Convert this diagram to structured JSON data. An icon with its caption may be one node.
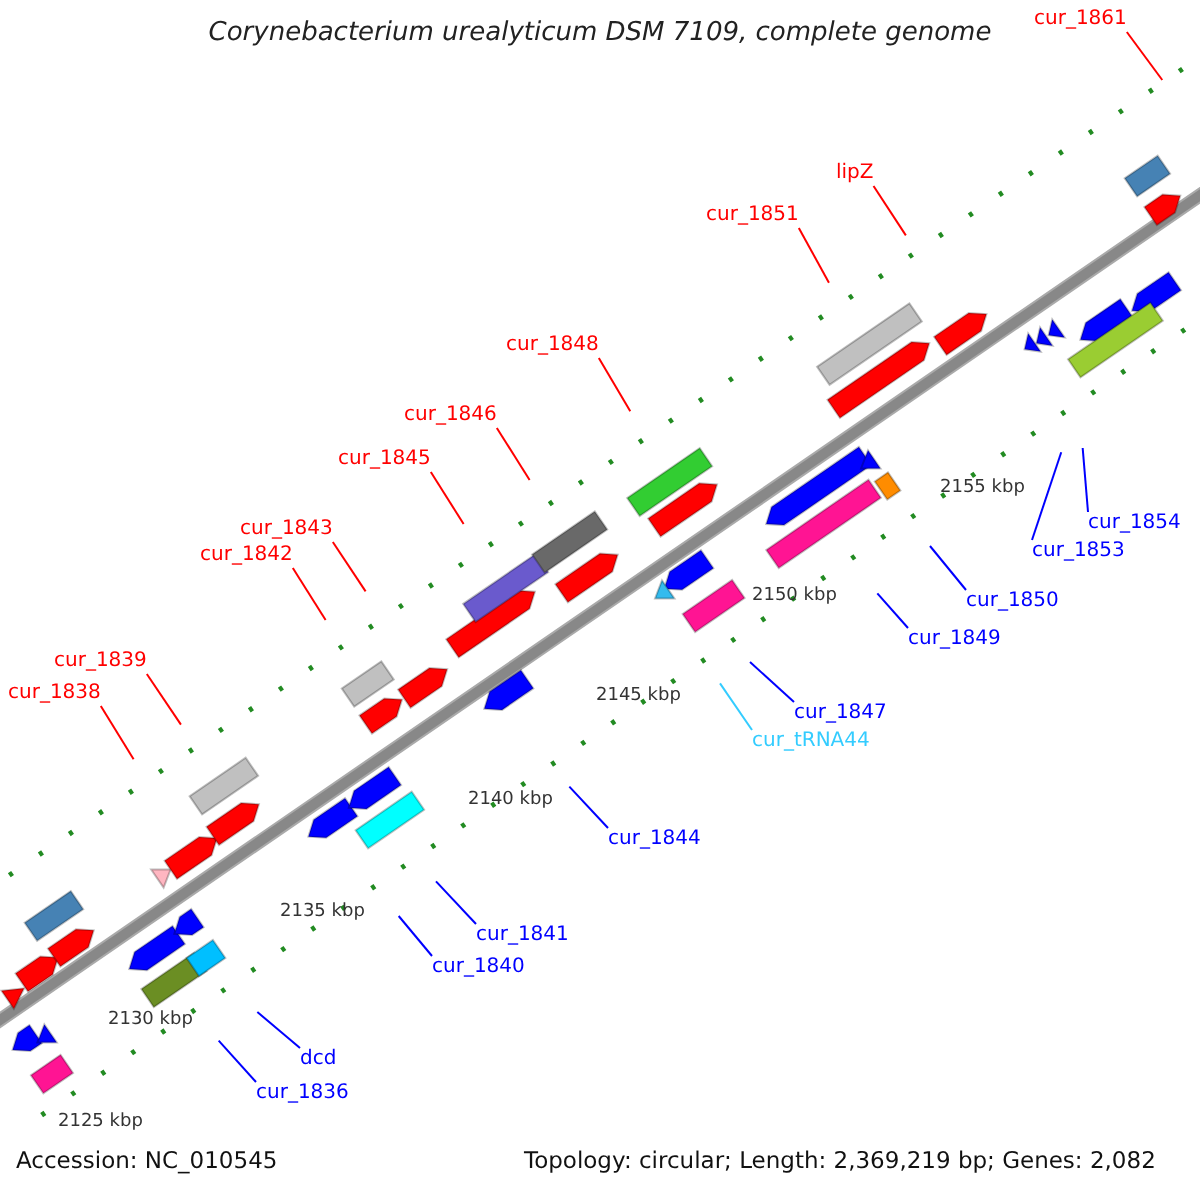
{
  "diagram": {
    "title": "Corynebacterium urealyticum DSM 7109, complete genome",
    "nodes": [
      {
        "text": [
          "cur_1861"
        ]
      },
      {
        "text": [
          "lipZ"
        ]
      },
      {
        "text": [
          "cur_1851"
        ]
      },
      {
        "text": [
          "cur_1848"
        ]
      },
      {
        "text": [
          "cur_1846"
        ]
      },
      {
        "text": [
          "cur_1845"
        ]
      },
      {
        "text": [
          "cur_1843"
        ]
      },
      {
        "text": [
          "cur_1842"
        ]
      },
      {
        "text": [
          "cur_1839"
        ]
      },
      {
        "text": [
          "cur_1838"
        ]
      },
      {
        "text": [
          "cur_1854"
        ]
      },
      {
        "text": [
          "cur_1853"
        ]
      },
      {
        "text": [
          "cur_1850"
        ]
      },
      {
        "text": [
          "cur_1849"
        ]
      },
      {
        "text": [
          "cur_1847"
        ]
      },
      {
        "text": [
          "cur_tRNA44"
        ]
      },
      {
        "text": [
          "cur_1844"
        ]
      },
      {
        "text": [
          "cur_1841"
        ]
      },
      {
        "text": [
          "cur_1840"
        ]
      },
      {
        "text": [
          "dcd"
        ]
      },
      {
        "text": [
          "cur_1836"
        ]
      }
    ],
    "edges": [
      {
        "from": 0,
        "to": null,
        "arrow": "none",
        "color": "#ff0000"
      },
      {
        "from": 1,
        "to": null,
        "arrow": "none",
        "color": "#ff0000"
      },
      {
        "from": 2,
        "to": null,
        "arrow": "none",
        "color": "#ff0000"
      },
      {
        "from": 3,
        "to": null,
        "arrow": "none",
        "color": "#ff0000"
      },
      {
        "from": 4,
        "to": null,
        "arrow": "none",
        "color": "#ff0000"
      },
      {
        "from": 5,
        "to": null,
        "arrow": "none",
        "color": "#ff0000"
      },
      {
        "from": 6,
        "to": null,
        "arrow": "none",
        "color": "#ff0000"
      },
      {
        "from": 7,
        "to": null,
        "arrow": "none",
        "color": "#ff0000"
      },
      {
        "from": 8,
        "to": null,
        "arrow": "none",
        "color": "#ff0000"
      },
      {
        "from": 9,
        "to": null,
        "arrow": "none",
        "color": "#ff0000"
      },
      {
        "from": 10,
        "to": null,
        "arrow": "none",
        "color": "#0000ff"
      },
      {
        "from": 11,
        "to": null,
        "arrow": "none",
        "color": "#0000ff"
      },
      {
        "from": 12,
        "to": null,
        "arrow": "none",
        "color": "#0000ff"
      },
      {
        "from": 13,
        "to": null,
        "arrow": "none",
        "color": "#0000ff"
      },
      {
        "from": 14,
        "to": null,
        "arrow": "none",
        "color": "#0000ff"
      },
      {
        "from": 15,
        "to": null,
        "arrow": "none",
        "color": "#33ccff"
      },
      {
        "from": 16,
        "to": null,
        "arrow": "none",
        "color": "#0000ff"
      },
      {
        "from": 17,
        "to": null,
        "arrow": "none",
        "color": "#0000ff"
      },
      {
        "from": 18,
        "to": null,
        "arrow": "none",
        "color": "#0000ff"
      },
      {
        "from": 19,
        "to": null,
        "arrow": "none",
        "color": "#0000ff"
      },
      {
        "from": 20,
        "to": null,
        "arrow": "none",
        "color": "#0000ff"
      }
    ],
    "labels": [
      "2155 kbp",
      "2150 kbp",
      "2145 kbp",
      "2140 kbp",
      "2135 kbp",
      "2130 kbp",
      "2125 kbp",
      "Accession: NC_010545",
      "Topology: circular; Length: 2,369,219 bp; Genes: 2,082"
    ]
  }
}
